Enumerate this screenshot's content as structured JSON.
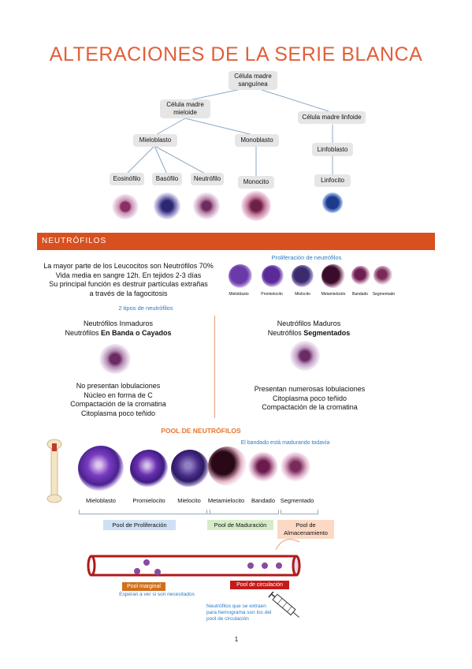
{
  "title": "ALTERACIONES DE LA SERIE BLANCA",
  "tree": {
    "root": "Célula madre sanguínea",
    "mieloide": "Célula madre mieloide",
    "linfoide": "Célula madre linfoide",
    "mieloblasto": "Mieloblasto",
    "monoblasto": "Monoblasto",
    "linfoblasto": "Linfoblasto",
    "eosinofilo": "Eosinófilo",
    "basofilo": "Basófilo",
    "neutrofilo": "Neutrófilo",
    "monocito": "Monocito",
    "linfocito": "Linfocito"
  },
  "section": {
    "heading": "NEUTRÓFILOS"
  },
  "intro": {
    "line1": "La mayor parte de los Leucocitos son Neutrófilos 70%",
    "line2": "Vida media en sangre 12h. En tejidos 2-3 días",
    "line3": "Su principal función es destruir partículas extrañas",
    "line4": "a través de la fagocitosis"
  },
  "proliferation": {
    "title": "Proliferación de neutrófilos",
    "labels": [
      "Mieloblasto",
      "Promielocito",
      "Mielocito",
      "Metamielocito",
      "Bandado",
      "Segmentado"
    ]
  },
  "types_caption": "2 tipos de neutrófilos",
  "inmaduros": {
    "l1": "Neutrófilos Inmaduros",
    "l2_pre": "Neutrófilos ",
    "l2_bold": "En Banda o Cayados",
    "f1": "No presentan lobulaciones",
    "f2": "Núcleo en forma de C",
    "f3": "Compactación de la cromatina",
    "f4": "Citoplasma poco teñido"
  },
  "maduros": {
    "l1": "Neutrófilos Maduros",
    "l2_pre": "Neutrófilos ",
    "l2_bold": "Segmentados",
    "f1": "Presentan numerosas lobulaciones",
    "f2": "Citoplasma poco teñido",
    "f3": "Compactación de la cromatina"
  },
  "pool": {
    "title": "POOL DE NEUTRÓFILOS",
    "note": "El bandado está madurando todavía",
    "cells": [
      "Mieloblasto",
      "Promielocito",
      "Mielocito",
      "Metamielocito",
      "Bandado",
      "Segmentado"
    ],
    "proliferacion": "Pool de Proliferación",
    "maduracion": "Pool de Maduración",
    "almacenamiento": "Pool de Almacenamiento",
    "marginal": "Pool marginal",
    "circulacion": "Pool de circulación",
    "marginal_note": "Esperan a ver si son necesitados",
    "extract_note_1": "Neutrófilos que se extraen",
    "extract_note_2": "para hemograma son los del",
    "extract_note_3": "pool de circulación"
  },
  "page_number": "1",
  "colors": {
    "accent": "#d8501f",
    "title": "#e0603a",
    "blue_text": "#2a7bc8",
    "prolif_box": "#cfe0f4",
    "madur_box": "#d6ecc9",
    "almac_box": "#fbd9c4",
    "marginal_box": "#d0701d",
    "circ_box": "#c41a1a"
  }
}
